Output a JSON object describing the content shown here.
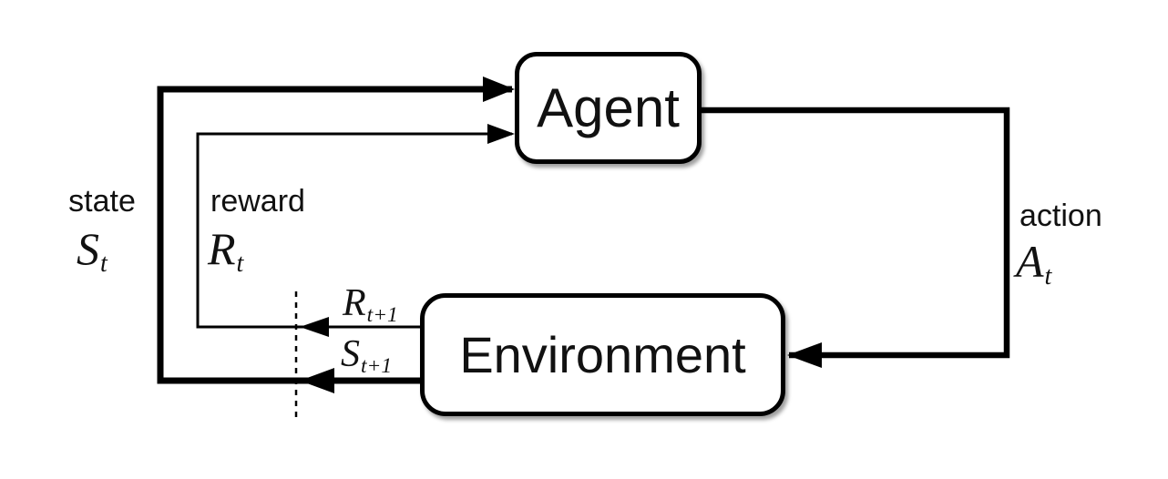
{
  "colors": {
    "line": "#000000",
    "box_border": "#000000",
    "box_fill": "#ffffff",
    "background": "#ffffff",
    "text": "#111111"
  },
  "boxes": {
    "agent": {
      "label": "Agent"
    },
    "environment": {
      "label": "Environment"
    }
  },
  "labels": {
    "state": {
      "word": "state",
      "symbol": "S",
      "subscript": "t"
    },
    "reward": {
      "word": "reward",
      "symbol": "R",
      "subscript": "t"
    },
    "action": {
      "word": "action",
      "symbol": "A",
      "subscript": "t"
    },
    "next_reward": {
      "symbol": "R",
      "subscript": "t+1"
    },
    "next_state": {
      "symbol": "S",
      "subscript": "t+1"
    }
  }
}
